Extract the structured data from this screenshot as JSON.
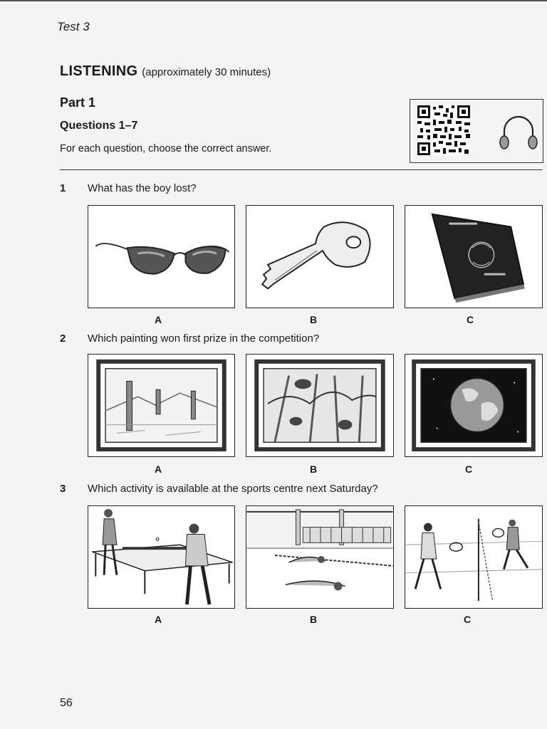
{
  "header": {
    "test_label": "Test 3"
  },
  "section": {
    "title": "LISTENING",
    "subtitle": "(approximately 30 minutes)"
  },
  "part": "Part 1",
  "questions_range": "Questions 1–7",
  "instruction": "For each question, choose the correct answer.",
  "questions": [
    {
      "number": "1",
      "text": "What has the boy lost?",
      "options": [
        {
          "letter": "A",
          "picture": "sunglasses"
        },
        {
          "letter": "B",
          "picture": "key"
        },
        {
          "letter": "C",
          "picture": "passport"
        }
      ]
    },
    {
      "number": "2",
      "text": "Which painting won first prize in the competition?",
      "options": [
        {
          "letter": "A",
          "picture": "desert-painting"
        },
        {
          "letter": "B",
          "picture": "jungle-painting"
        },
        {
          "letter": "C",
          "picture": "earth-painting"
        }
      ]
    },
    {
      "number": "3",
      "text": "Which activity is available at the sports centre next Saturday?",
      "options": [
        {
          "letter": "A",
          "picture": "table-tennis"
        },
        {
          "letter": "B",
          "picture": "swimming"
        },
        {
          "letter": "C",
          "picture": "tennis"
        }
      ]
    }
  ],
  "page_number": "56",
  "icons": {
    "qr": "qr-code-icon",
    "audio": "headphones-icon"
  }
}
